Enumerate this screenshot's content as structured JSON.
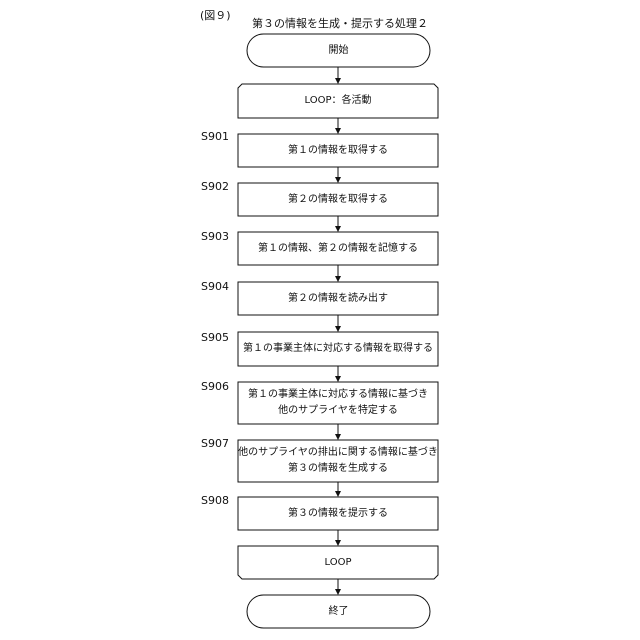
{
  "figure_label": "(図９)",
  "title": "第３の情報を生成・提示する処理２",
  "start": "開始",
  "loop_start": "LOOP：各活動",
  "steps": [
    {
      "id": "S901",
      "lines": [
        "第１の情報を取得する"
      ]
    },
    {
      "id": "S902",
      "lines": [
        "第２の情報を取得する"
      ]
    },
    {
      "id": "S903",
      "lines": [
        "第１の情報、第２の情報を記憶する"
      ]
    },
    {
      "id": "S904",
      "lines": [
        "第２の情報を読み出す"
      ]
    },
    {
      "id": "S905",
      "lines": [
        "第１の事業主体に対応する情報を取得する"
      ]
    },
    {
      "id": "S906",
      "lines": [
        "第１の事業主体に対応する情報に基づき",
        "他のサプライヤを特定する"
      ]
    },
    {
      "id": "S907",
      "lines": [
        "他のサプライヤの排出に関する情報に基づき",
        "第３の情報を生成する"
      ]
    },
    {
      "id": "S908",
      "lines": [
        "第３の情報を提示する"
      ]
    }
  ],
  "loop_end": "LOOP",
  "end": "終了"
}
